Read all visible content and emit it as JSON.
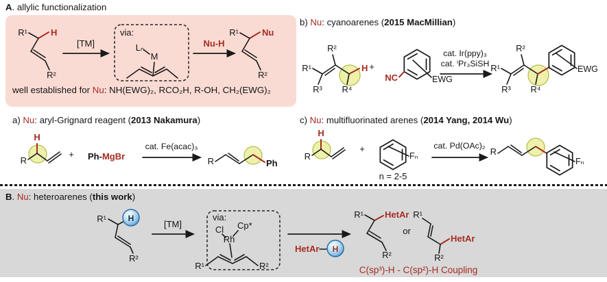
{
  "panelA": {
    "title": {
      "bold": "A",
      "rest": ". allylic functionalization"
    },
    "scheme": {
      "r1": "R¹",
      "h": "H",
      "r2": "R²",
      "tm": "[TM]",
      "via": "via:",
      "ln": "Lₙ",
      "m": "M",
      "nuh": "Nu-H",
      "r1p": "R¹",
      "nup": "Nu",
      "r2p": "R²"
    },
    "footnote": {
      "plain1": "well established for ",
      "nu": "Nu",
      "plain2": ": NH(EWG)₂, RCO₂H, R-OH, CH₂(EWG)₂"
    }
  },
  "panel_a": {
    "title": {
      "prefix": "a) ",
      "nu": "Nu",
      "mid": ": aryl-Grignard reagent (",
      "bold": "2013 Nakamura",
      "suffix": ")"
    },
    "scheme": {
      "h": "H",
      "r": "R",
      "plus": "+",
      "ph": "Ph-",
      "mgbr": "MgBr",
      "cat": "cat. Fe(acac)₃",
      "rp": "R",
      "php": "Ph"
    }
  },
  "panel_b": {
    "title": {
      "prefix": "b) ",
      "nu": "Nu",
      "mid": ": cyanoarenes (",
      "bold": "2015 MacMillian",
      "suffix": ")"
    },
    "scheme": {
      "r1": "R¹",
      "r2": "R²",
      "r3": "R³",
      "r4": "R⁴",
      "h": "H",
      "plus": "+",
      "nc": "NC",
      "ewg": "EWG",
      "cat1": "cat. Ir(ppy)₃",
      "cat2": "cat. ⁱPr₃SiSH",
      "r1p": "R¹",
      "r2p": "R²",
      "r3p": "R³",
      "r4p": "R⁴",
      "ewgp": "EWG"
    }
  },
  "panel_c": {
    "title": {
      "prefix": "c) ",
      "nu": "Nu",
      "mid": ": multifluorinated arenes (",
      "bold": "2014 Yang, 2014 Wu",
      "suffix": ")"
    },
    "scheme": {
      "h": "H",
      "r": "R",
      "plus": "+",
      "fn": "Fₙ",
      "nrange": "n = 2-5",
      "cat": "cat. Pd(OAc)₂",
      "rp": "R",
      "fnp": "Fₙ"
    }
  },
  "panelB": {
    "title": {
      "bold": "B",
      "dot": ". ",
      "nu": "Nu",
      "mid": ": heteroarenes (",
      "bold2": "this work",
      "suffix": ")"
    },
    "scheme": {
      "r1": "R¹",
      "h": "H",
      "r2": "R²",
      "tm": "[TM]",
      "via": "via:",
      "cl": "Cl",
      "rh": "Rh",
      "cp": "Cp*",
      "r1v": "R¹",
      "r2v": "R²",
      "hetar": "HetAr",
      "hreag": "H",
      "p1r1": "R¹",
      "p1het": "HetAr",
      "p1r2": "R²",
      "or": "or",
      "p2r1": "R¹",
      "p2het": "HetAr",
      "p2r2": "R²"
    },
    "caption": "C(sp³)-H - C(sp²)-H Coupling"
  },
  "colors": {
    "red_accent": "#a62c23",
    "pink_bg": "#fadbd3",
    "gray_bg": "#d8d8d8",
    "highlight_fill": "#eef1ab",
    "highlight_stroke": "#b8be4f",
    "sphere_blue": "#3d88c4",
    "line": "#1a1a1a"
  }
}
